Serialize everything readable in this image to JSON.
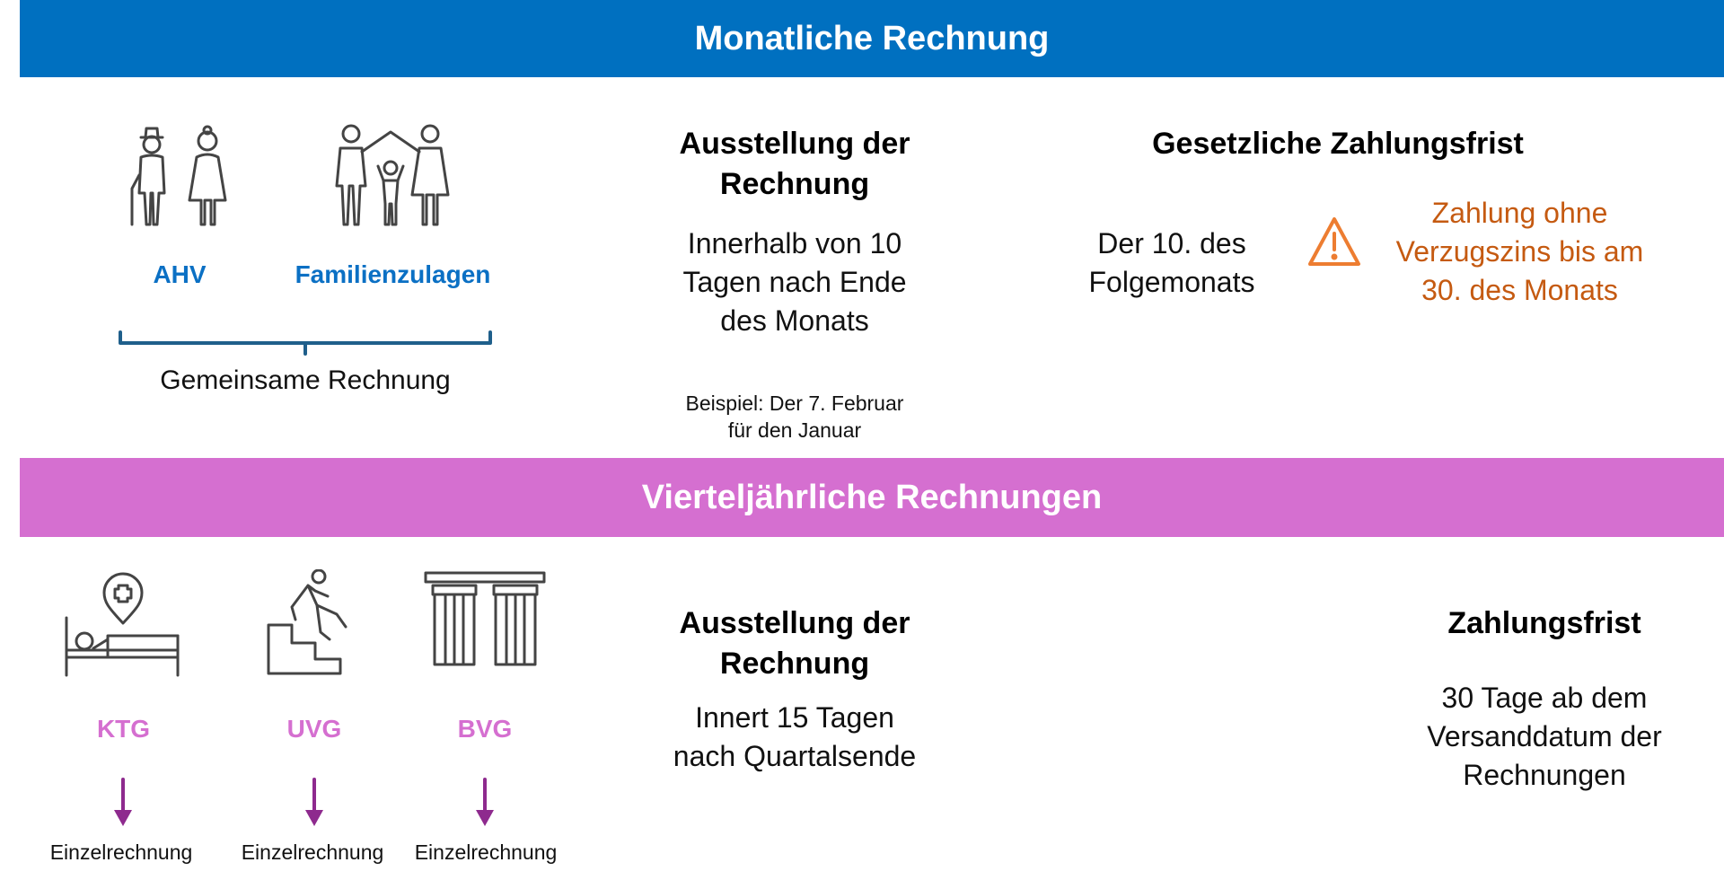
{
  "monthly": {
    "banner": "Monatliche Rechnung",
    "labels": {
      "ahv": "AHV",
      "familienzulagen": "Familienzulagen"
    },
    "shared_invoice": "Gemeinsame Rechnung",
    "issuance": {
      "heading_line1": "Ausstellung der",
      "heading_line2": "Rechnung",
      "body_line1": "Innerhalb von 10",
      "body_line2": "Tagen nach Ende",
      "body_line3": "des Monats",
      "example_line1": "Beispiel: Der 7. Februar",
      "example_line2": "für den Januar"
    },
    "deadline": {
      "heading": "Gesetzliche Zahlungsfrist",
      "body_line1": "Der 10. des",
      "body_line2": "Folgemonats",
      "warning_line1": "Zahlung ohne",
      "warning_line2": "Verzugszins bis am",
      "warning_line3": "30. des Monats"
    }
  },
  "quarterly": {
    "banner": "Vierteljährliche Rechnungen",
    "labels": {
      "ktg": "KTG",
      "uvg": "UVG",
      "bvg": "BVG"
    },
    "single_invoice": "Einzelrechnung",
    "issuance": {
      "heading_line1": "Ausstellung der",
      "heading_line2": "Rechnung",
      "body_line1": "Innert 15 Tagen",
      "body_line2": "nach Quartalsende"
    },
    "deadline": {
      "heading": "Zahlungsfrist",
      "body_line1": "30 Tage ab dem",
      "body_line2": "Versanddatum der",
      "body_line3": "Rechnungen"
    }
  },
  "colors": {
    "monthly_banner": "#0070c0",
    "quarterly_banner": "#d56fd0",
    "label_blue": "#0b70c4",
    "label_pink": "#d56fd0",
    "warning": "#c55a11",
    "warning_icon": "#ed7d31",
    "arrow": "#8e2a8e",
    "brace": "#1f5f8b",
    "icon_stroke": "#444444"
  },
  "icons": [
    "elderly-couple-icon",
    "family-icon",
    "warning-icon",
    "hospital-bed-icon",
    "falling-person-icon",
    "pillars-icon",
    "down-arrow-icon"
  ]
}
